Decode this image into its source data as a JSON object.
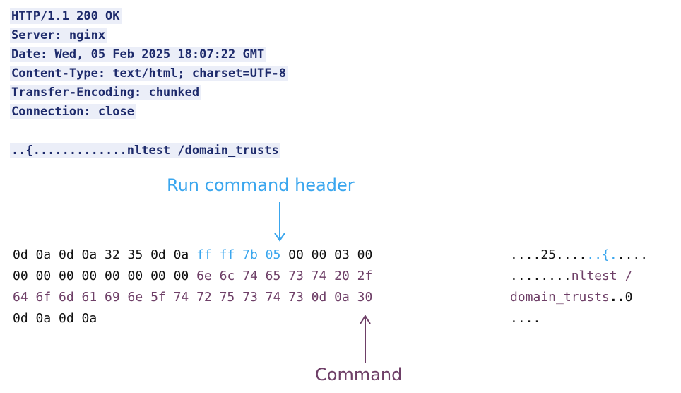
{
  "http_response": {
    "lines": [
      "HTTP/1.1 200 OK",
      "Server: nginx",
      "Date: Wed, 05 Feb 2025 18:07:22 GMT",
      "Content-Type: text/html; charset=UTF-8",
      "Transfer-Encoding: chunked",
      "Connection: close"
    ],
    "body_line": "..{.............nltest /domain_trusts"
  },
  "annotations": {
    "header_label": "Run command header",
    "command_label": "Command"
  },
  "hex_dump": {
    "rows": [
      {
        "hex": [
          {
            "text": "0d 0a 0d 0a 32 35 0d 0a ",
            "color": "black"
          },
          {
            "text": "ff ff 7b 05",
            "color": "blue"
          },
          {
            "text": " 00 00 03 00",
            "color": "black"
          }
        ],
        "ascii": [
          {
            "text": "....25....",
            "color": "black"
          },
          {
            "text": "..{.",
            "color": "blue"
          },
          {
            "text": "....",
            "color": "black"
          }
        ]
      },
      {
        "hex": [
          {
            "text": "00 00 00 00 00 00 00 00 ",
            "color": "black"
          },
          {
            "text": "6e 6c 74 65 73 74 20 2f",
            "color": "purple"
          }
        ],
        "ascii": [
          {
            "text": "........",
            "color": "black"
          },
          {
            "text": "nltest /",
            "color": "purple"
          }
        ]
      },
      {
        "hex": [
          {
            "text": "64 6f 6d 61 69 6e 5f 74 72 75 73 74 73",
            "color": "purple"
          },
          {
            "text": " 0d 0a 30",
            "color": "purple"
          }
        ],
        "ascii": [
          {
            "text": "domain_trusts",
            "color": "purple"
          },
          {
            "text": "..",
            "color": "black"
          },
          {
            "text": "0",
            "color": "black"
          }
        ]
      },
      {
        "hex": [
          {
            "text": "0d 0a 0d 0a",
            "color": "black"
          }
        ],
        "ascii": [
          {
            "text": "....",
            "color": "black"
          }
        ]
      }
    ]
  },
  "colors": {
    "black": "#111111",
    "blue": "#3aa6ee",
    "purple": "#6e3f67",
    "http_text": "#1d2a6b",
    "http_bg": "#ebeef8"
  }
}
